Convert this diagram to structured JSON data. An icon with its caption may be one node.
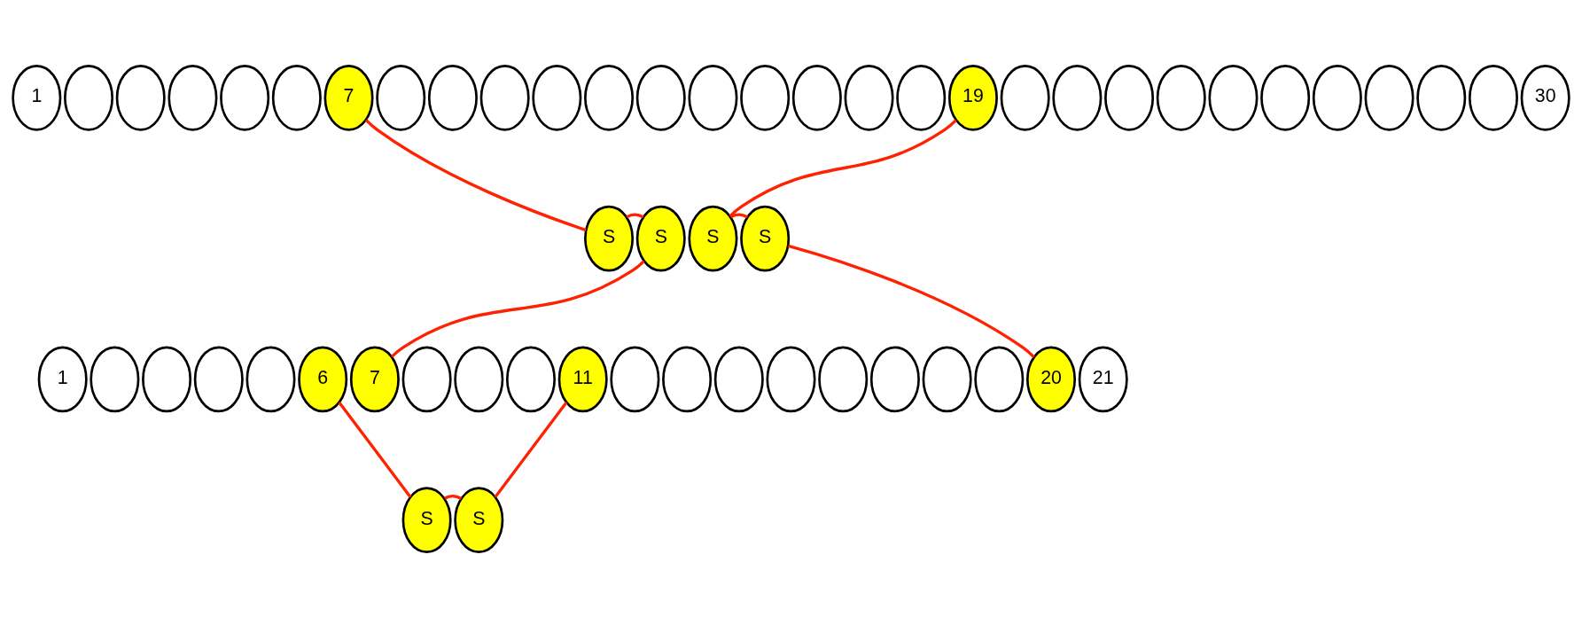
{
  "diagram": {
    "nodes": [
      {
        "text": [
          "1"
        ]
      },
      {
        "text": [],
        "shape": "ellipse"
      },
      {
        "text": [],
        "shape": "ellipse"
      },
      {
        "text": [],
        "shape": "ellipse"
      },
      {
        "text": [],
        "shape": "ellipse"
      },
      {
        "text": [],
        "shape": "ellipse"
      },
      {
        "text": [
          "7"
        ]
      },
      {
        "text": [],
        "shape": "ellipse"
      },
      {
        "text": [],
        "shape": "ellipse"
      },
      {
        "text": [],
        "shape": "ellipse"
      },
      {
        "text": [],
        "shape": "ellipse"
      },
      {
        "text": [],
        "shape": "ellipse"
      },
      {
        "text": [],
        "shape": "ellipse"
      },
      {
        "text": [],
        "shape": "ellipse"
      },
      {
        "text": [],
        "shape": "ellipse"
      },
      {
        "text": [],
        "shape": "ellipse"
      },
      {
        "text": [],
        "shape": "ellipse"
      },
      {
        "text": [],
        "shape": "ellipse"
      },
      {
        "text": [
          "19"
        ]
      },
      {
        "text": [],
        "shape": "ellipse"
      },
      {
        "text": [],
        "shape": "ellipse"
      },
      {
        "text": [],
        "shape": "ellipse"
      },
      {
        "text": [],
        "shape": "ellipse"
      },
      {
        "text": [],
        "shape": "ellipse"
      },
      {
        "text": [],
        "shape": "ellipse"
      },
      {
        "text": [],
        "shape": "ellipse"
      },
      {
        "text": [],
        "shape": "ellipse"
      },
      {
        "text": [],
        "shape": "ellipse"
      },
      {
        "text": [],
        "shape": "ellipse"
      },
      {
        "text": [
          "30"
        ]
      },
      {
        "text": [
          "S"
        ]
      },
      {
        "text": [
          "S"
        ]
      },
      {
        "text": [
          "S"
        ]
      },
      {
        "text": [
          "S"
        ]
      },
      {
        "text": [
          "1"
        ]
      },
      {
        "text": [],
        "shape": "ellipse"
      },
      {
        "text": [],
        "shape": "ellipse"
      },
      {
        "text": [],
        "shape": "ellipse"
      },
      {
        "text": [],
        "shape": "ellipse"
      },
      {
        "text": [
          "6"
        ]
      },
      {
        "text": [
          "7"
        ]
      },
      {
        "text": [],
        "shape": "ellipse"
      },
      {
        "text": [],
        "shape": "ellipse"
      },
      {
        "text": [],
        "shape": "ellipse"
      },
      {
        "text": [
          "11"
        ]
      },
      {
        "text": [],
        "shape": "ellipse"
      },
      {
        "text": [],
        "shape": "ellipse"
      },
      {
        "text": [],
        "shape": "ellipse"
      },
      {
        "text": [],
        "shape": "ellipse"
      },
      {
        "text": [],
        "shape": "ellipse"
      },
      {
        "text": [],
        "shape": "ellipse"
      },
      {
        "text": [],
        "shape": "ellipse"
      },
      {
        "text": [],
        "shape": "ellipse"
      },
      {
        "text": [
          "20"
        ]
      },
      {
        "text": [
          "21"
        ]
      },
      {
        "text": [
          "S"
        ]
      },
      {
        "text": [
          "S"
        ]
      }
    ],
    "edges": [
      {
        "from": 6,
        "to": 30,
        "arrow": "none"
      },
      {
        "from": 30,
        "to": 31,
        "arrow": "none"
      },
      {
        "from": 31,
        "to": 40,
        "arrow": "none"
      },
      {
        "from": 18,
        "to": 32,
        "arrow": "none"
      },
      {
        "from": 32,
        "to": 33,
        "arrow": "none"
      },
      {
        "from": 33,
        "to": 53,
        "arrow": "none"
      },
      {
        "from": 39,
        "to": 55,
        "arrow": "none"
      },
      {
        "from": 55,
        "to": 56,
        "arrow": "none"
      },
      {
        "from": 56,
        "to": 44,
        "arrow": "none"
      }
    ]
  }
}
